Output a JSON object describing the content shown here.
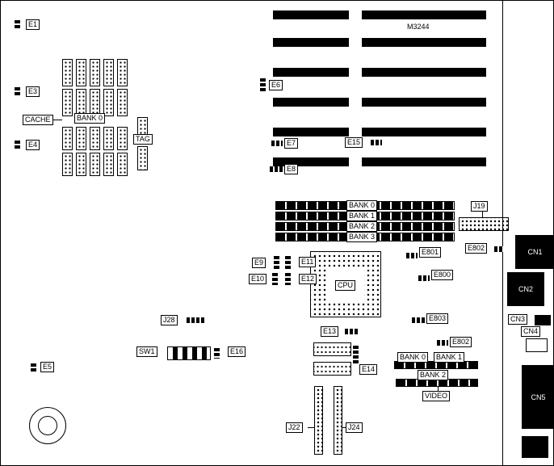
{
  "board": {
    "model": "M3244",
    "labels": {
      "E1": "E1",
      "E3": "E3",
      "E4": "E4",
      "E5": "E5",
      "E6": "E6",
      "E7": "E7",
      "E8": "E8",
      "E9": "E9",
      "E10": "E10",
      "E11": "E11",
      "E12": "E12",
      "E13": "E13",
      "E14": "E14",
      "E15": "E15",
      "E16": "E16",
      "E800": "E800",
      "E801": "E801",
      "E802_top": "E802",
      "E802_bottom": "E802",
      "E803": "E803",
      "J19": "J19",
      "J22": "J22",
      "J24": "J24",
      "J28": "J28",
      "SW1": "SW1",
      "CACHE": "CACHE",
      "CACHE_BANK0": "BANK 0",
      "TAG": "TAG",
      "CPU": "CPU",
      "VIDEO": "VIDEO"
    },
    "simm_banks": [
      "BANK 0",
      "BANK 1",
      "BANK 2",
      "BANK 3"
    ],
    "video_banks": [
      "BANK 0",
      "BANK 1",
      "BANK 2"
    ],
    "connectors": {
      "cn1": "CN1",
      "cn2": "CN2",
      "cn3": "CN3",
      "cn4": "CN4",
      "cn5": "CN5"
    }
  }
}
